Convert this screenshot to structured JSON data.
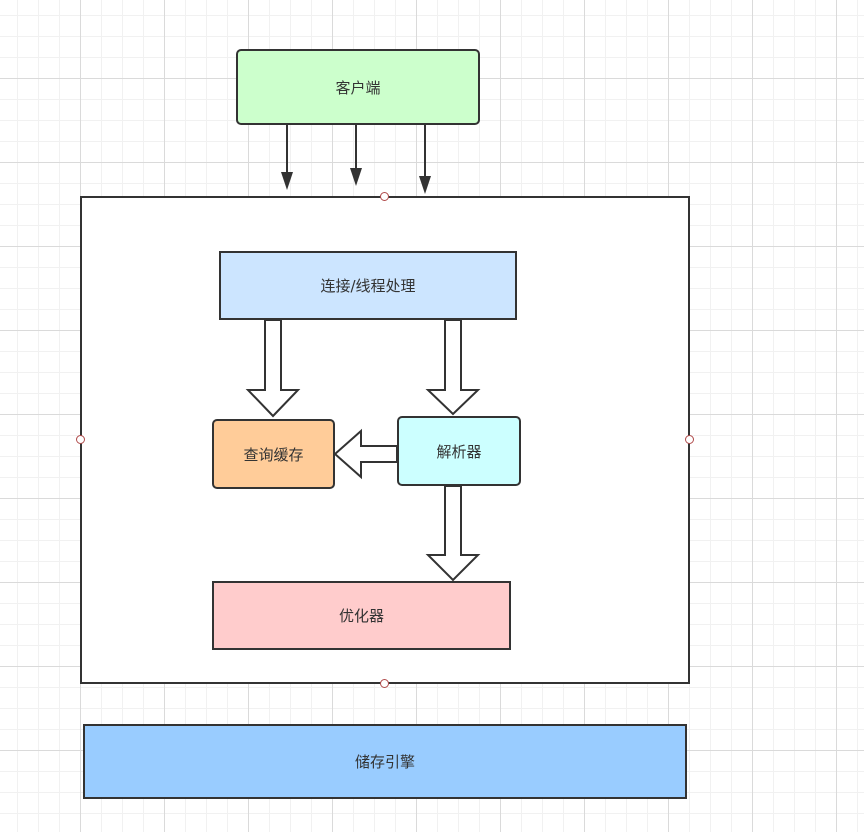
{
  "diagram": {
    "client": {
      "label": "客户端",
      "fill": "#ccffcc"
    },
    "connection": {
      "label": "连接/线程处理",
      "fill": "#cce5ff"
    },
    "query_cache": {
      "label": "查询缓存",
      "fill": "#ffcc99"
    },
    "parser": {
      "label": "解析器",
      "fill": "#ccffff"
    },
    "optimizer": {
      "label": "优化器",
      "fill": "#ffcccc"
    },
    "storage_engine": {
      "label": "储存引擎",
      "fill": "#99ccff"
    },
    "edges": [
      {
        "from": "client",
        "to": "server-frame",
        "style": "arrow"
      },
      {
        "from": "client",
        "to": "server-frame",
        "style": "arrow"
      },
      {
        "from": "client",
        "to": "server-frame",
        "style": "arrow"
      },
      {
        "from": "connection",
        "to": "query_cache",
        "style": "block-arrow"
      },
      {
        "from": "connection",
        "to": "parser",
        "style": "block-arrow"
      },
      {
        "from": "parser",
        "to": "query_cache",
        "style": "block-arrow"
      },
      {
        "from": "parser",
        "to": "optimizer",
        "style": "block-arrow"
      }
    ]
  }
}
